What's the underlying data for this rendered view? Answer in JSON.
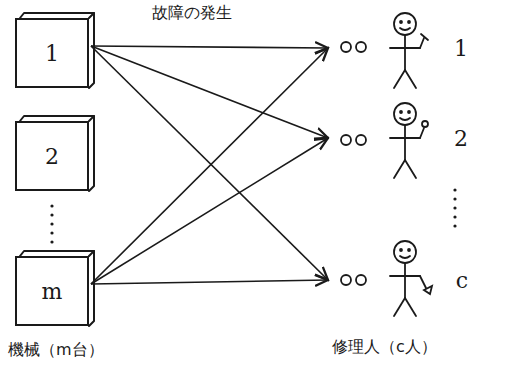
{
  "diagram": {
    "nodes": [
      {
        "text": [
          "1"
        ]
      },
      {
        "text": [
          "2"
        ]
      },
      {
        "text": [
          "m"
        ]
      },
      {
        "text": [
          "1"
        ]
      },
      {
        "text": [
          "2"
        ]
      },
      {
        "text": [
          "c"
        ]
      }
    ],
    "edges": [
      {
        "from": 0,
        "to": 3,
        "arrow": "to"
      },
      {
        "from": 0,
        "to": 4,
        "arrow": "to"
      },
      {
        "from": 0,
        "to": 5,
        "arrow": "to"
      },
      {
        "from": 2,
        "to": 3,
        "arrow": "to"
      },
      {
        "from": 2,
        "to": 4,
        "arrow": "to"
      },
      {
        "from": 2,
        "to": 5,
        "arrow": "to"
      }
    ],
    "labels": [
      "故障の発生",
      "機械（m台）",
      "修理人（c人）"
    ]
  }
}
